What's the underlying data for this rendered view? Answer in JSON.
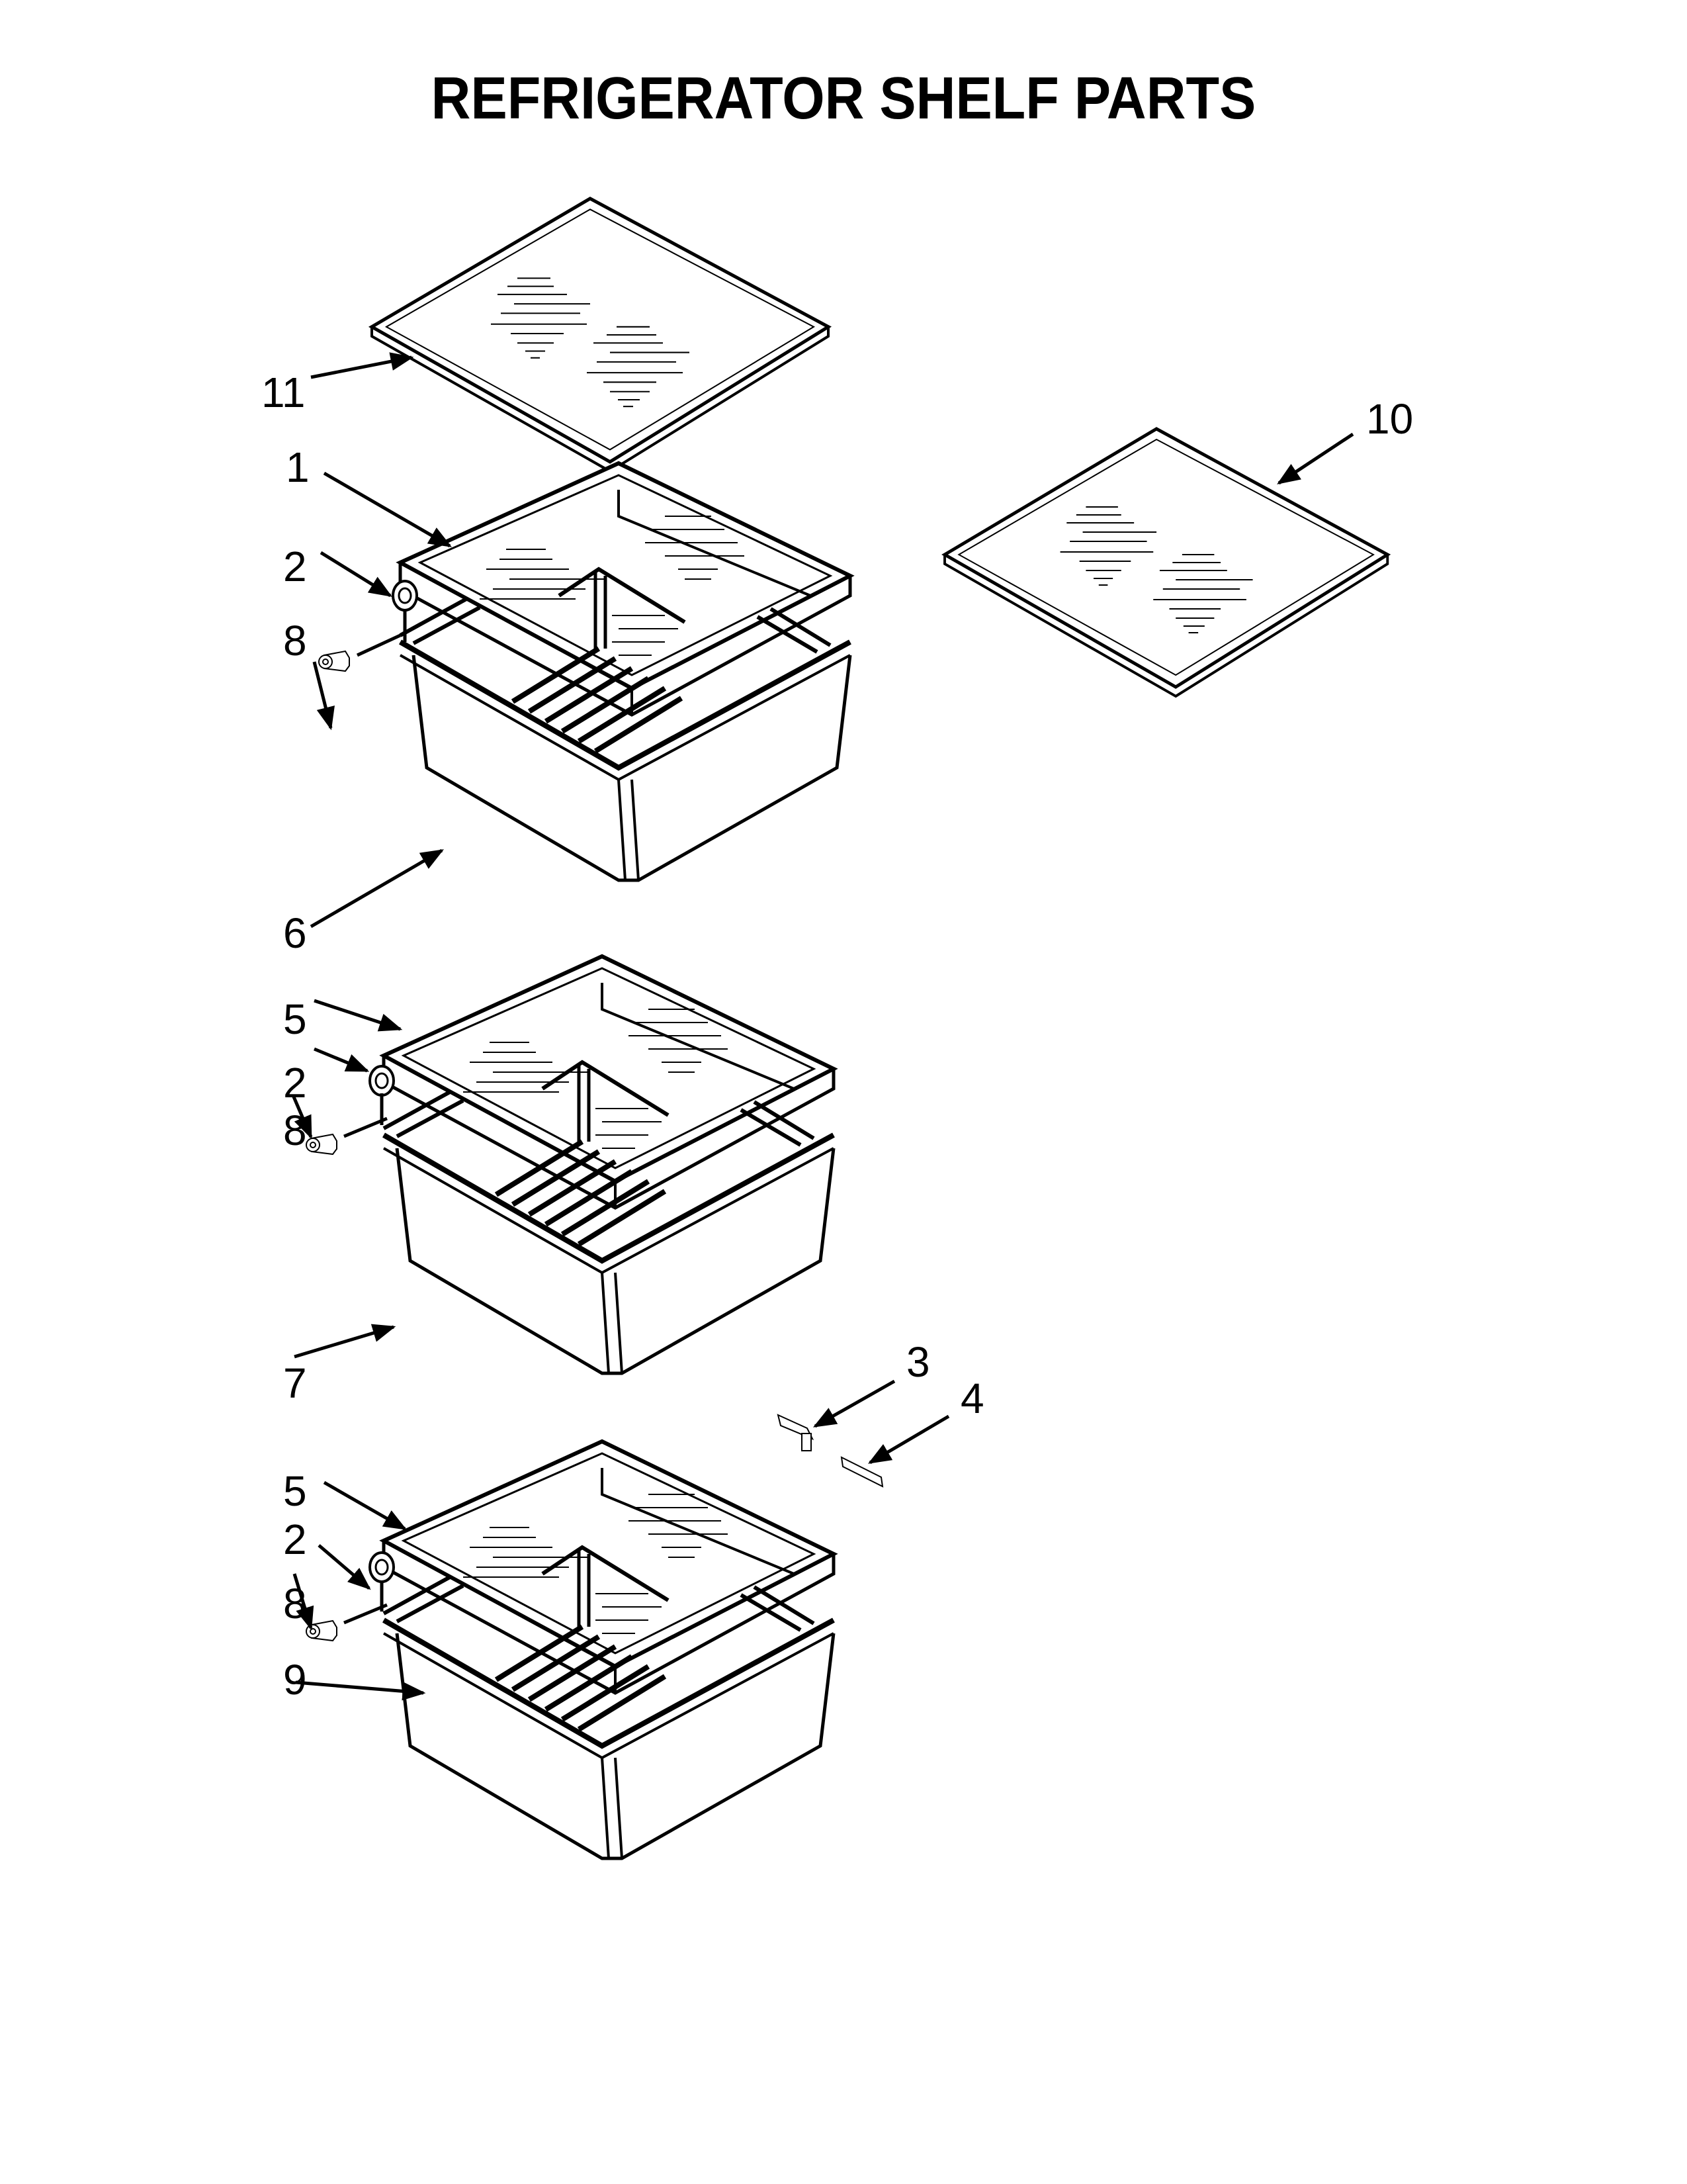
{
  "title": "REFRIGERATOR SHELF PARTS",
  "colors": {
    "background": "#ffffff",
    "line": "#000000"
  },
  "callouts": [
    {
      "id": "c11",
      "label": "11",
      "part": "shelf-glass-top"
    },
    {
      "id": "c10",
      "label": "10",
      "part": "shelf-glass-right"
    },
    {
      "id": "c1",
      "label": "1",
      "part": "crisper-cover-1"
    },
    {
      "id": "c2a",
      "label": "2",
      "part": "roller-1"
    },
    {
      "id": "c8a",
      "label": "8",
      "part": "pin-1"
    },
    {
      "id": "c6",
      "label": "6",
      "part": "crisper-drawer-1"
    },
    {
      "id": "c5a",
      "label": "5",
      "part": "crisper-cover-2"
    },
    {
      "id": "c2b",
      "label": "2",
      "part": "roller-2"
    },
    {
      "id": "c8b",
      "label": "8",
      "part": "pin-2"
    },
    {
      "id": "c7",
      "label": "7",
      "part": "crisper-drawer-2"
    },
    {
      "id": "c3",
      "label": "3",
      "part": "slide-left"
    },
    {
      "id": "c4",
      "label": "4",
      "part": "slide-right"
    },
    {
      "id": "c5b",
      "label": "5",
      "part": "crisper-cover-3"
    },
    {
      "id": "c2c",
      "label": "2",
      "part": "roller-3"
    },
    {
      "id": "c8c",
      "label": "8",
      "part": "pin-3"
    },
    {
      "id": "c9",
      "label": "9",
      "part": "crisper-drawer-3"
    }
  ]
}
